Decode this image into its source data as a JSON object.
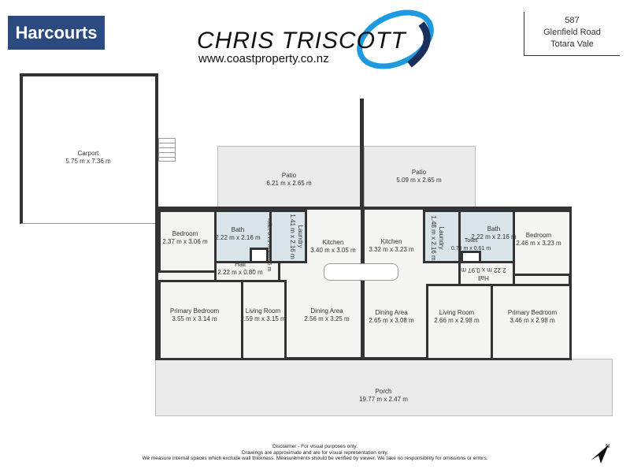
{
  "header": {
    "agency_logo": "Harcourts",
    "agent_name": "CHRIS TRISCOTT",
    "agent_url": "www.coastproperty.co.nz",
    "address": [
      "587",
      "Glenfield Road",
      "Totara Vale"
    ]
  },
  "colors": {
    "agency_blue": "#2b4a80",
    "swirl_light": "#1e9be0",
    "swirl_dark": "#1a2f5c",
    "wet_rooms": "#d9e3ea",
    "walls": "#333333"
  },
  "rooms": {
    "carport": {
      "name": "Carport",
      "size": "5.75 m x 7.36 m"
    },
    "patio_left": {
      "name": "Patio",
      "size": "6.21 m x 2.65 m"
    },
    "patio_right": {
      "name": "Patio",
      "size": "5.09 m x 2.65 m"
    },
    "porch": {
      "name": "Porch",
      "size": "19.77 m x 2.47 m"
    },
    "left_bedroom": {
      "name": "Bedroom",
      "size": "2.37 m x 3.06 m"
    },
    "left_bath": {
      "name": "Bath",
      "size": "2.22 m x 2.16 m"
    },
    "left_toilet": {
      "name": "Toilet",
      "size": "0.79 m x 0.55 m"
    },
    "left_laundry": {
      "name": "Laundry",
      "size": "1.41 m x 2.16 m"
    },
    "left_kitchen": {
      "name": "Kitchen",
      "size": "3.40 m x 3.05 m"
    },
    "left_hall": {
      "name": "Hall",
      "size": "2.22 m x 0.80 m"
    },
    "left_primary": {
      "name": "Primary Bedroom",
      "size": "3.55 m x 3.14 m"
    },
    "left_living": {
      "name": "Living Room",
      "size": "2.59 m x 3.15 m"
    },
    "left_dining": {
      "name": "Dining Area",
      "size": "2.56 m x 3.25 m"
    },
    "right_kitchen": {
      "name": "Kitchen",
      "size": "3.32 m x 3.23 m"
    },
    "right_laundry": {
      "name": "Laundry",
      "size": "1.48 m x 2.16 m"
    },
    "right_bath": {
      "name": "Bath",
      "size": "2.22 m x 2.16 m"
    },
    "right_toilet": {
      "name": "Toilet",
      "size": "0.79 m x 0.61 m"
    },
    "right_bedroom": {
      "name": "Bedroom",
      "size": "2.46 m x 3.23 m"
    },
    "right_hall": {
      "name": "Hall",
      "size": "2.22 m x 0.97 m"
    },
    "right_dining": {
      "name": "Dining Area",
      "size": "2.65 m x 3.08 m"
    },
    "right_living": {
      "name": "Living Room",
      "size": "2.66 m x 2.98 m"
    },
    "right_primary": {
      "name": "Primary Bedroom",
      "size": "3.46 m x 2.98 m"
    }
  },
  "disclaimer": [
    "Disclaimer - For visual purposes only.",
    "Drawings are approximate and are for visual representation only.",
    "We measure internal spaces which exclude wall thickness. Measurements should be verified by viewer. We take no responsibility for omissions or errors."
  ],
  "compass": {
    "label": "N",
    "icon": "north-arrow-icon"
  }
}
